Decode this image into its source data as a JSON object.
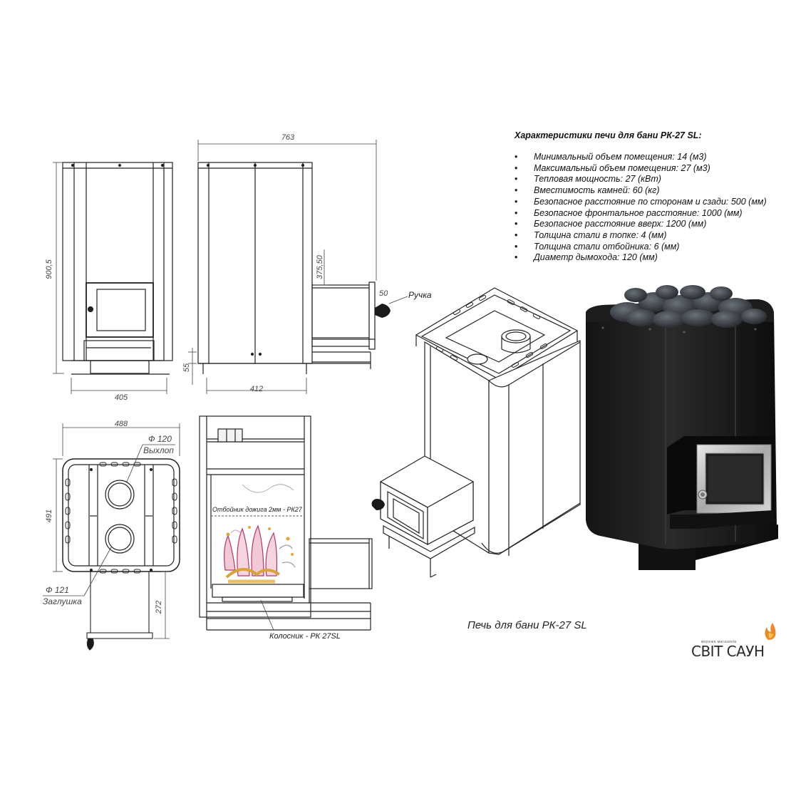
{
  "specs": {
    "title": "Характеристики печи для бани РК-27 SL:",
    "items": [
      "Минимальный  объем помещения: 14 (м3)",
      "Максимальный объем помещения: 27 (м3)",
      "Тепловая мощность: 27 (кВт)",
      "Вместимость камней: 60 (кг)",
      "Безопасное расстояние по сторонам и сзади: 500 (мм)",
      "Безопасное фронтальное расстояние: 1000 (мм)",
      "Безопасное расстояние вверх: 1200 (мм)",
      "Толщина стали в топке: 4 (мм)",
      "Толщина стали отбойника: 6 (мм)",
      "Диаметр дымохода: 120 (мм)"
    ]
  },
  "caption": "Печь для бани РК-27 SL",
  "logo": {
    "name": "СВІТ САУН",
    "tagline": "мережа магазинів"
  },
  "dimensions": {
    "front_height": "900,5",
    "front_width": "405",
    "side_length": "763",
    "side_depth": "412",
    "legs": "55",
    "firebox_height": "375,50",
    "handle_offset": "50",
    "top_width": "488",
    "top_depth": "491",
    "drawer_extension": "272"
  },
  "labels": {
    "handle": "Ручка",
    "flue_diameter": "Ф 120",
    "flue": "Выхлоп",
    "plug_diameter": "Ф 121",
    "plug": "Заглушка",
    "deflector": "Отбойник дожига 2мм - РК27",
    "grate": "Колосник - РК 27SL"
  }
}
